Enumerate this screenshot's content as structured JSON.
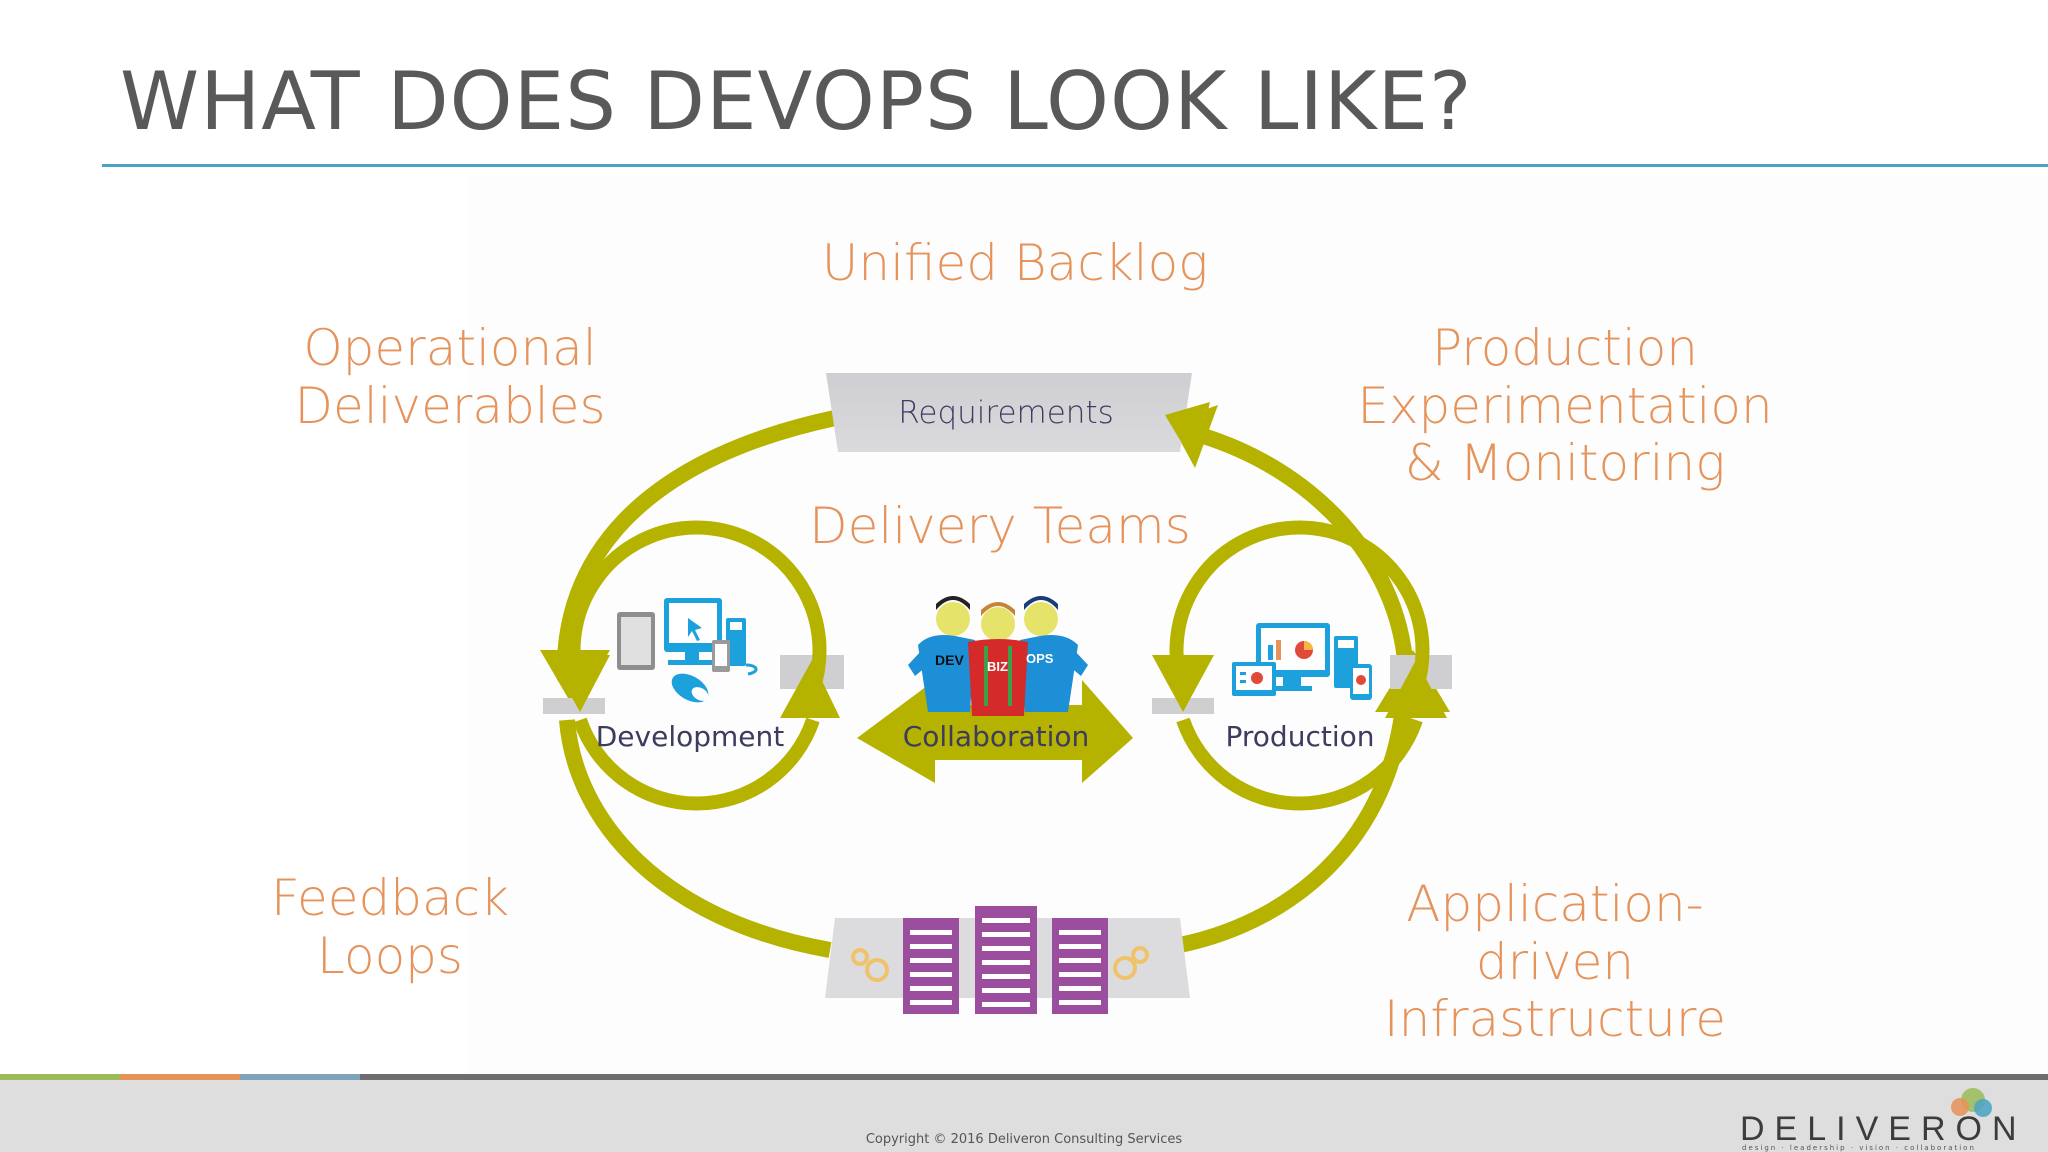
{
  "title": "WHAT DOES DEVOPS LOOK LIKE?",
  "labels": {
    "unified_backlog": "Unified Backlog",
    "operational_deliverables": "Operational\nDeliverables",
    "production_experimentation": "Production\nExperimentation\n& Monitoring",
    "delivery_teams": "Delivery Teams",
    "feedback_loops": "Feedback\nLoops",
    "application_infrastructure": "Application-driven\nInfrastructure"
  },
  "nodes": {
    "requirements": "Requirements",
    "development": "Development",
    "collaboration": "Collaboration",
    "production": "Production"
  },
  "team_badges": {
    "dev": "DEV",
    "biz": "BIZ",
    "ops": "OPS"
  },
  "footer": {
    "copyright": "Copyright © 2016 Deliveron Consulting Services",
    "logo": "DELIVERON",
    "logo_tagline": "design · leadership · vision · collaboration"
  },
  "colors": {
    "cycle": "#b5b200",
    "label_orange": "#e5935b",
    "server_purple": "#9b4d9e",
    "rule_blue": "#4aa3c4"
  },
  "icons": [
    "devices-icon",
    "team-icon",
    "dashboard-icon",
    "server-icon",
    "gears-icon"
  ]
}
